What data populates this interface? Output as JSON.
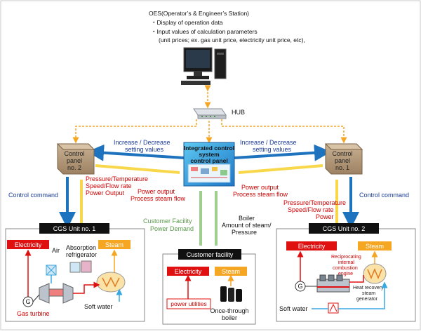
{
  "ops": {
    "title": "OES(Operator’s & Engineer’s Station)",
    "bullet1": "・Display of operation data",
    "bullet2": "・Input values of calculation parameters",
    "bullet3": "(unit prices; ex. gas unit price, electricity unit price, etc),"
  },
  "hub": {
    "label": "HUB"
  },
  "control_panel_2": {
    "line1": "Control",
    "line2": "panel",
    "line3": "no. 2"
  },
  "control_panel_1": {
    "line1": "Control",
    "line2": "panel",
    "line3": "no. 1"
  },
  "integrated": {
    "line1": "Integrated control",
    "line2": "system",
    "line3": "control panel"
  },
  "left_labels": {
    "incdec1": "Increase / Decrease",
    "incdec2": "setting values",
    "control_command": "Control command",
    "pressure1": "Pressure/Temperature",
    "pressure2": "Speed/Flow rate",
    "pressure3": "Power Output",
    "power_output": "Power output",
    "process_steam": "Process steam flow"
  },
  "right_labels": {
    "incdec1": "Increase / Decrease",
    "incdec2": "setting values",
    "control_command": "Control command",
    "pressure1": "Pressure/Temperature",
    "pressure2": "Speed/Flow rate",
    "pressure3": "Power",
    "power_output": "Power output",
    "process_steam": "Process steam flow"
  },
  "center_labels": {
    "customer1": "Customer Facility",
    "customer2": "Power Demand",
    "boiler1": "Boiler",
    "boiler2": "Amount of steam/",
    "boiler3": "Pressure"
  },
  "unit1": {
    "title": "CGS Unit no. 1",
    "electricity": "Electricity",
    "steam": "Steam",
    "air": "Air",
    "absorption1": "Absorption",
    "absorption2": "refrigerator",
    "gas_turbine": "Gas turbine",
    "soft_water": "Soft water",
    "generator": "G"
  },
  "unit2": {
    "title": "CGS Unit no. 2",
    "electricity": "Electricity",
    "steam": "Steam",
    "engine1": "Reciprocating",
    "engine2": "internal",
    "engine3": "combustion",
    "engine4": "engine",
    "hrsg1": "Heat recovery",
    "hrsg2": "steam",
    "hrsg3": "generator",
    "soft_water": "Soft water",
    "generator": "G"
  },
  "customer_facility": {
    "title": "Customer facility",
    "electricity": "Electricity",
    "steam": "Steam",
    "power_utilities": "power utilities",
    "boiler1": "Once-through",
    "boiler2": "boiler"
  },
  "colors": {
    "blue": "#1e73be",
    "yellow": "#f8d84a",
    "green": "#9fcf8f",
    "orange": "#f5a623",
    "red": "#e01010",
    "panel_brown": "#b59a7c"
  }
}
